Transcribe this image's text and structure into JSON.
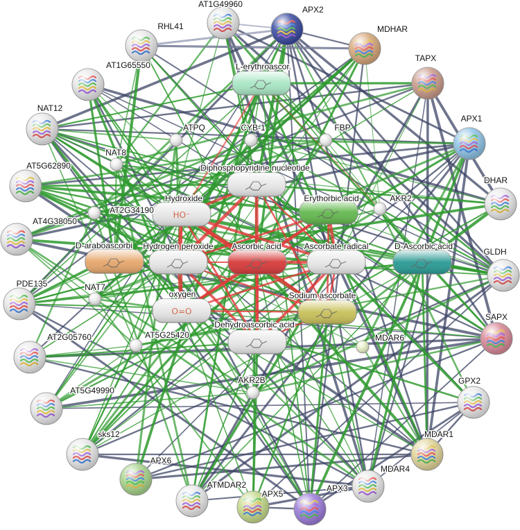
{
  "colors": {
    "background": "#ffffff",
    "edge_text_mining": "#2e9a2e",
    "edge_database": "#3d4566",
    "edge_experiment": "#e23a3a",
    "edge_coexpression": "#9aa0b8",
    "label_text": "#111111"
  },
  "proteins": [
    {
      "id": "APX2",
      "label": "APX2",
      "color": "#3a4aa0",
      "icon": "protein-structure-icon"
    },
    {
      "id": "AT1G49960",
      "label": "AT1G49960",
      "color": "#e8e8e8",
      "icon": "protein-structure-icon"
    },
    {
      "id": "RHL41",
      "label": "RHL41",
      "color": "#e8e8e8",
      "icon": "protein-structure-icon"
    },
    {
      "id": "MDHAR",
      "label": "MDHAR",
      "color": "#d6a77a",
      "icon": "protein-structure-icon"
    },
    {
      "id": "TAPX",
      "label": "TAPX",
      "color": "#c99a8a",
      "icon": "protein-structure-icon"
    },
    {
      "id": "AT1G65550",
      "label": "AT1G65550",
      "color": "#e8e8e8",
      "icon": "protein-structure-icon"
    },
    {
      "id": "NAT12",
      "label": "NAT12",
      "color": "#e8e8e8",
      "icon": "protein-structure-icon"
    },
    {
      "id": "APX1",
      "label": "APX1",
      "color": "#8ec3e6",
      "icon": "protein-structure-icon"
    },
    {
      "id": "AT5G62890",
      "label": "AT5G62890",
      "color": "#e8e8e8",
      "icon": "protein-structure-icon"
    },
    {
      "id": "DHAR",
      "label": "DHAR",
      "color": "#e8e8e8",
      "icon": "protein-structure-icon"
    },
    {
      "id": "AT4G38050",
      "label": "AT4G38050",
      "color": "#e8e8e8",
      "icon": "protein-structure-icon"
    },
    {
      "id": "GLDH",
      "label": "GLDH",
      "color": "#e8e8e8",
      "icon": "protein-structure-icon"
    },
    {
      "id": "PDE135",
      "label": "PDE135",
      "color": "#e8e8e8",
      "icon": "protein-structure-icon"
    },
    {
      "id": "SAPX",
      "label": "SAPX",
      "color": "#d98898",
      "icon": "protein-structure-icon"
    },
    {
      "id": "AT2G05760",
      "label": "AT2G05760",
      "color": "#e8e8e8",
      "icon": "protein-structure-icon"
    },
    {
      "id": "AT5G49990",
      "label": "AT5G49990",
      "color": "#e8e8e8",
      "icon": "protein-structure-icon"
    },
    {
      "id": "GPX2",
      "label": "GPX2",
      "color": "#e8e8e8",
      "icon": "protein-structure-icon"
    },
    {
      "id": "sks12",
      "label": "sks12",
      "color": "#e8e8e8",
      "icon": "protein-structure-icon"
    },
    {
      "id": "MDAR1",
      "label": "MDAR1",
      "color": "#e2d49a",
      "icon": "protein-structure-icon"
    },
    {
      "id": "APX6",
      "label": "APX6",
      "color": "#a6d38a",
      "icon": "protein-structure-icon"
    },
    {
      "id": "MDAR4",
      "label": "MDAR4",
      "color": "#e8e8e8",
      "icon": "protein-structure-icon"
    },
    {
      "id": "ATMDAR2",
      "label": "ATMDAR2",
      "color": "#e8e8e8",
      "icon": "protein-structure-icon"
    },
    {
      "id": "APX5",
      "label": "APX5",
      "color": "#c4d98a",
      "icon": "protein-structure-icon"
    },
    {
      "id": "APX3",
      "label": "APX3",
      "color": "#9a7ad8",
      "icon": "protein-structure-icon"
    }
  ],
  "small_nodes": [
    {
      "id": "ATPQ",
      "label": "ATPQ"
    },
    {
      "id": "CYB-1",
      "label": "CYB-1"
    },
    {
      "id": "FBP",
      "label": "FBP"
    },
    {
      "id": "NAT8",
      "label": "NAT8"
    },
    {
      "id": "AKR2",
      "label": "AKR2"
    },
    {
      "id": "AT2G34190",
      "label": "AT2G34190"
    },
    {
      "id": "NAT7",
      "label": "NAT7"
    },
    {
      "id": "AT5G25420",
      "label": "AT5G25420"
    },
    {
      "id": "MDAR6",
      "label": "MDAR6"
    },
    {
      "id": "AKR2B",
      "label": "AKR2B"
    }
  ],
  "compounds": [
    {
      "id": "L-erythroascor",
      "label": "L-erythroascor.",
      "color": "#a8e6c4",
      "icon": "molecule-icon"
    },
    {
      "id": "Diphosphopyridine",
      "label": "Diphosphopyridine nucleotide",
      "color": "#e6e6e6",
      "icon": "molecule-icon"
    },
    {
      "id": "Hydroxide",
      "label": "Hydroxide",
      "color": "#e6e6e6",
      "icon": "hydroxide-ion-icon",
      "glyph": "HO⁻"
    },
    {
      "id": "Erythorbic",
      "label": "Erythorbic acid",
      "color": "#63b84e",
      "icon": "molecule-icon"
    },
    {
      "id": "D-araboascorbi",
      "label": "D-araboascorbi",
      "color": "#e6a76c",
      "icon": "molecule-icon"
    },
    {
      "id": "H2O2",
      "label": "Hydrogen peroxide",
      "color": "#e6e6e6",
      "icon": "peroxide-molecule-icon"
    },
    {
      "id": "Ascorbic",
      "label": "Ascorbic acid",
      "color": "#d63a3a",
      "icon": "molecule-icon"
    },
    {
      "id": "AscRadical",
      "label": "Ascorbate radical",
      "color": "#e6e6e6",
      "icon": "molecule-icon"
    },
    {
      "id": "D-Ascorbic",
      "label": "D-Ascorbic acid",
      "color": "#2a9a94",
      "icon": "molecule-icon"
    },
    {
      "id": "oxygen",
      "label": "oxygen",
      "color": "#e6e6e6",
      "icon": "oxygen-molecule-icon",
      "glyph": "O=O"
    },
    {
      "id": "SodiumAsc",
      "label": "Sodium ascorbate",
      "color": "#c8c05a",
      "icon": "molecule-icon"
    },
    {
      "id": "DHA",
      "label": "Dehydroascorbic acid",
      "color": "#e6e6e6",
      "icon": "molecule-icon"
    }
  ]
}
